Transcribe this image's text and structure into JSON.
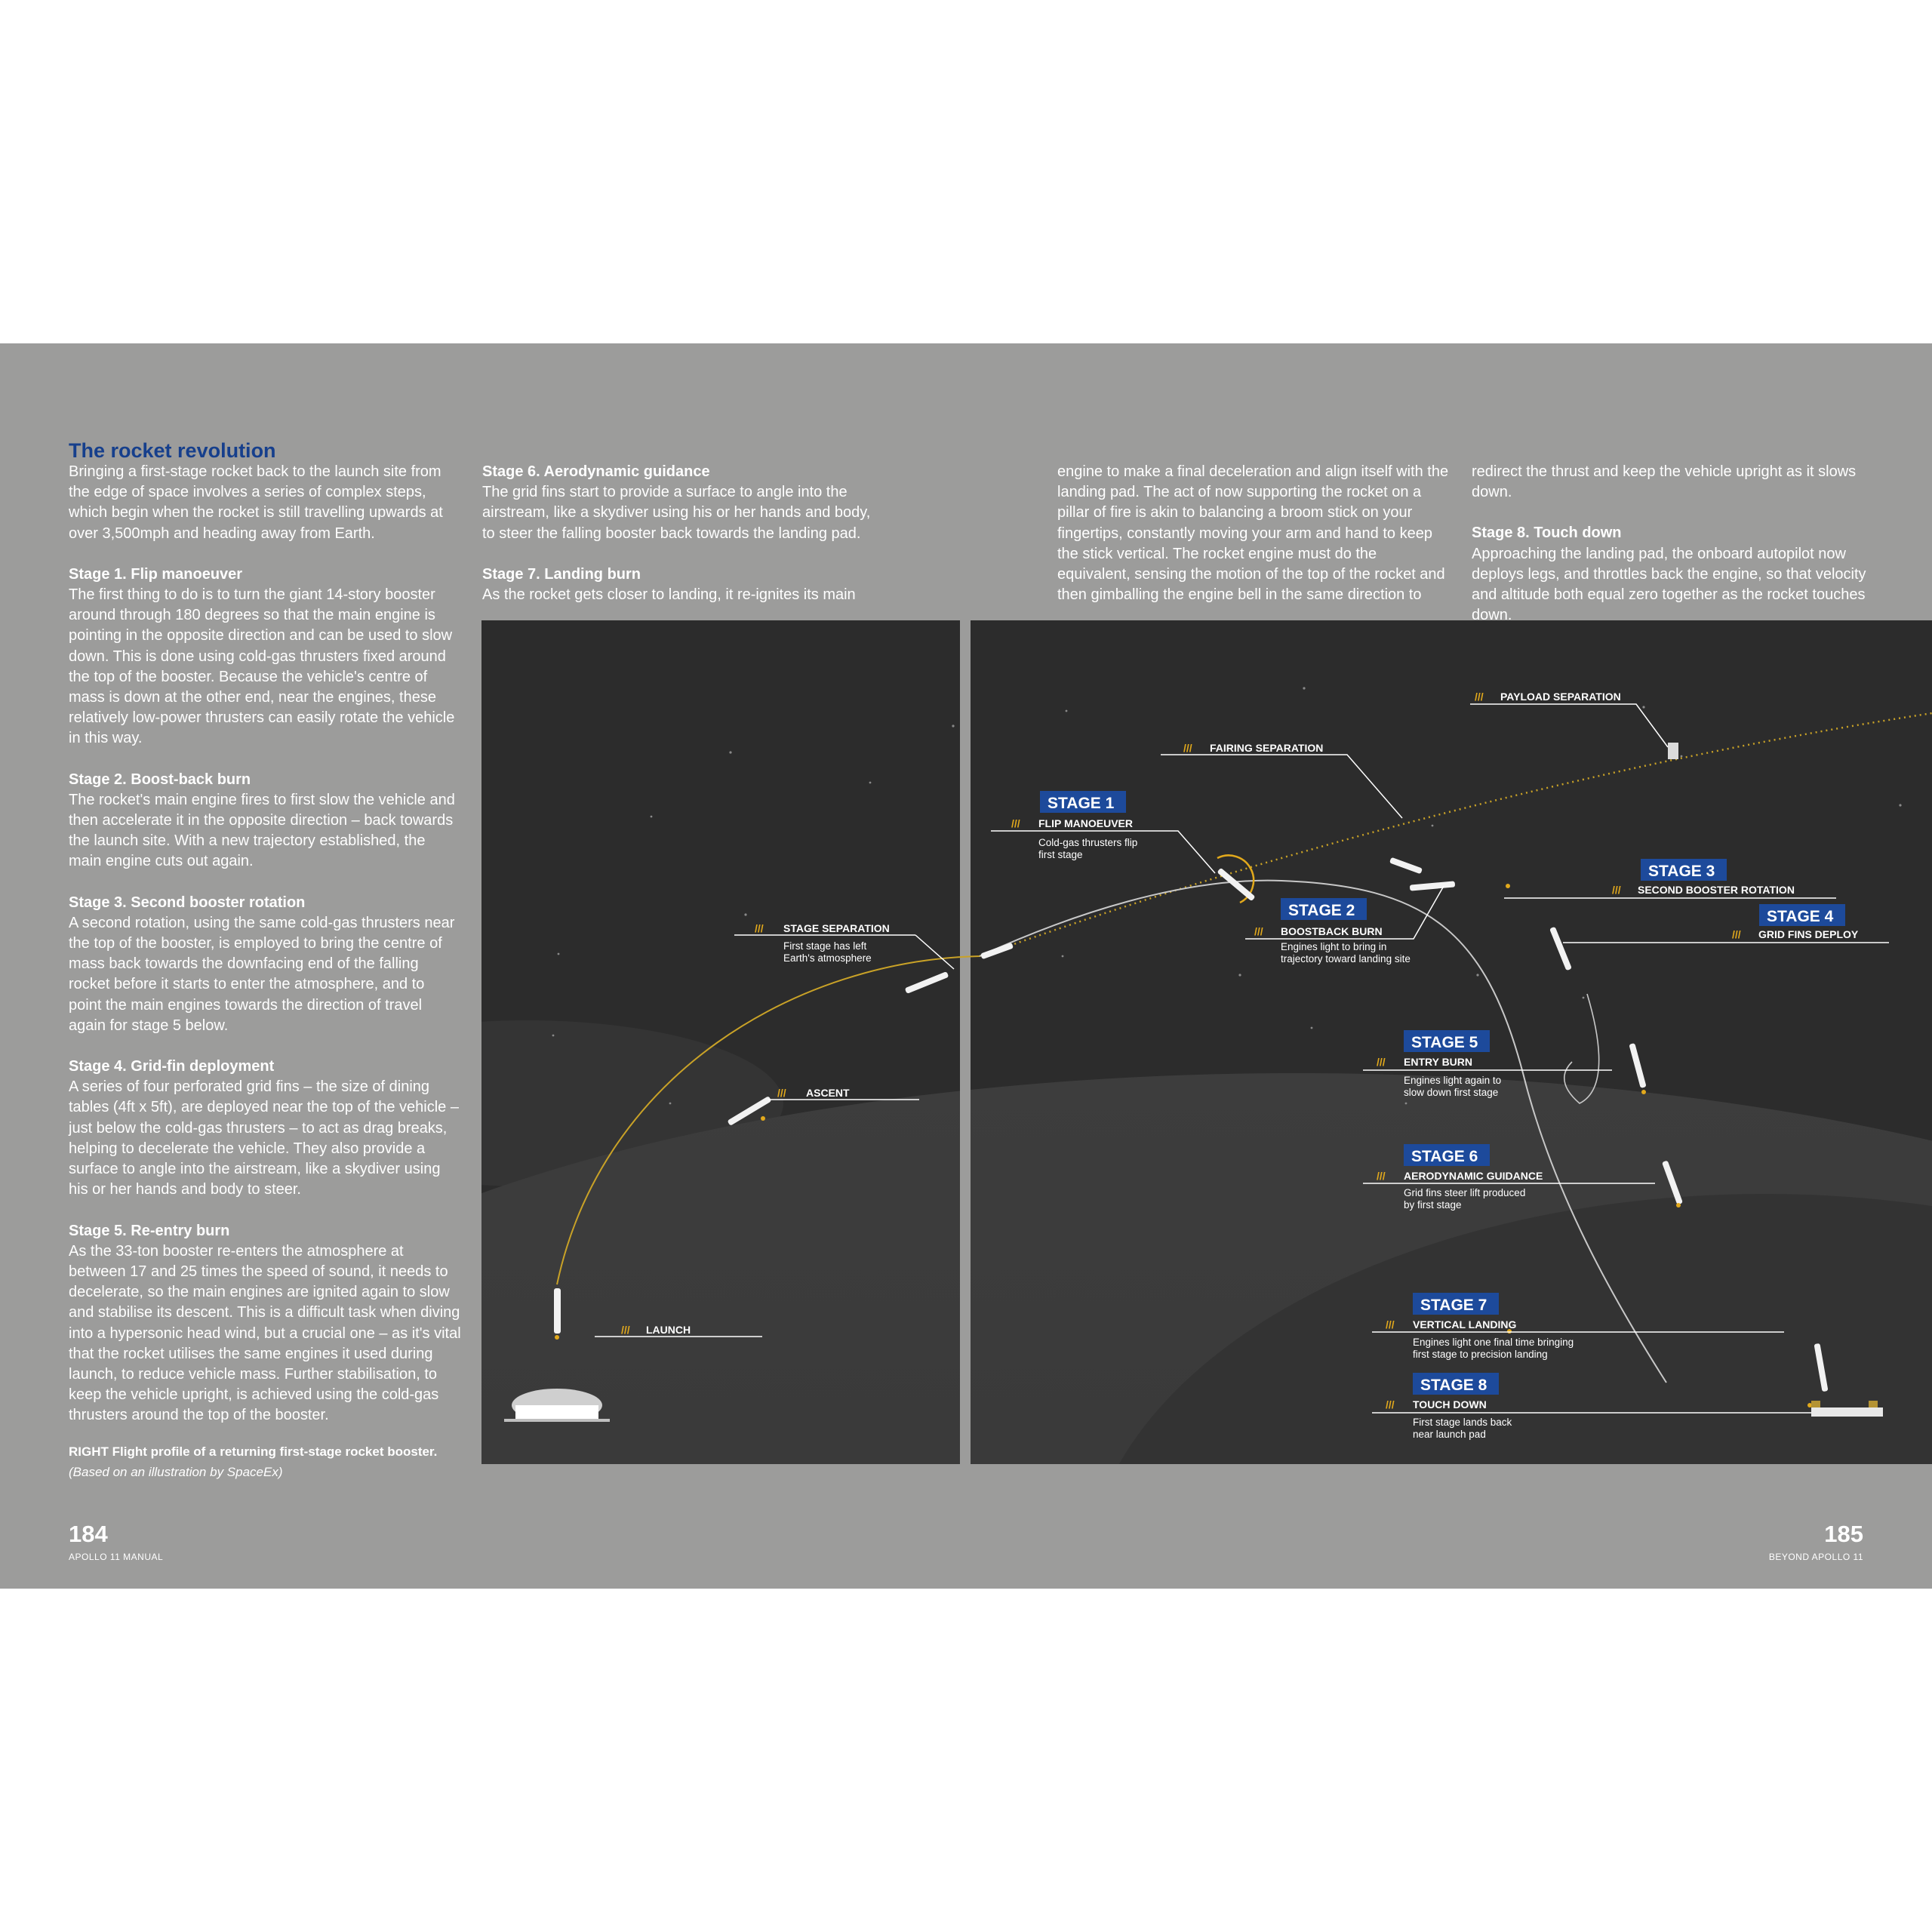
{
  "left_column": {
    "title": "The rocket revolution",
    "intro": "Bringing a first-stage rocket back to the launch site from the edge of space involves a series of complex steps, which begin when the rocket is still travelling upwards at over 3,500mph and heading away from Earth.",
    "stage1_heading": "Stage 1. Flip manoeuver",
    "stage1_text": "The first thing to do is to turn the giant 14-story booster around through 180 degrees so that the main engine is pointing in the opposite direction and can be used to slow down. This is done using cold-gas thrusters fixed around the top of the booster. Because the vehicle's centre of mass is down at the other end, near the engines, these relatively low-power thrusters can easily rotate the vehicle in this way.",
    "stage2_heading": "Stage 2. Boost-back burn",
    "stage2_text": "The rocket's main engine fires to first slow the vehicle and then accelerate it in the opposite direction – back towards the launch site. With a new trajectory established, the main engine cuts out again.",
    "stage3_heading": "Stage 3. Second booster rotation",
    "stage3_text": "A second rotation, using the same cold-gas thrusters near the top of the booster, is employed to bring the centre of mass back towards the downfacing end of the falling rocket before it starts to enter the atmosphere, and to point the main engines towards the direction of travel again for stage 5 below.",
    "stage4_heading": "Stage 4. Grid-fin deployment",
    "stage4_text": "A series of four perforated grid fins – the size of dining tables (4ft x 5ft), are deployed near the top of the vehicle – just below the cold-gas thrusters – to act as drag breaks, helping to decelerate the vehicle. They also provide a surface to angle into the airstream, like a skydiver using his or her hands and body to steer.",
    "stage5_heading": "Stage 5. Re-entry burn",
    "stage5_text": "As the 33-ton booster re-enters the atmosphere at between 17 and 25 times the speed of sound, it needs to decelerate, so the main engines are ignited again to slow and stabilise its descent. This is a difficult task when diving into a hypersonic head wind, but a crucial one – as it's vital that the rocket utilises the same engines it used during launch, to reduce vehicle mass. Further stabilisation, to keep the vehicle upright, is achieved using the cold-gas thrusters around the top of the booster.",
    "caption_bold": "RIGHT",
    "caption_text": "Flight profile of a returning first-stage rocket booster.",
    "caption_credit": "(Based on an illustration by SpaceEx)"
  },
  "second_column": {
    "stage6_heading": "Stage 6. Aerodynamic guidance",
    "stage6_text": "The grid fins start to provide a surface to angle into the airstream, like a skydiver using his or her hands and body, to steer the falling booster back towards the landing pad.",
    "stage7_heading": "Stage 7. Landing burn",
    "stage7_text": "As the rocket gets closer to landing, it re-ignites its main"
  },
  "third_column": {
    "text": "engine to make a final deceleration and align itself with the landing pad. The act of now supporting the rocket on a pillar of fire is akin to balancing a broom stick on your fingertips, constantly moving your arm and hand to keep the stick vertical. The rocket engine must do the equivalent, sensing the motion of the top of the rocket and then gimballing the engine bell in the same direction to"
  },
  "fourth_column": {
    "text": "redirect the thrust and keep the vehicle upright as it slows down.",
    "stage8_heading": "Stage 8. Touch down",
    "stage8_text": "Approaching the landing pad, the onboard autopilot now deploys legs, and throttles back the engine, so that velocity and altitude both equal zero together as the rocket touches down."
  },
  "footer": {
    "left_page": "184",
    "left_label": "APOLLO 11 MANUAL",
    "right_page": "185",
    "right_label": "BEYOND APOLLO 11"
  },
  "diagram": {
    "hash_mark": "///",
    "launch": "LAUNCH",
    "ascent": "ASCENT",
    "stage_separation": "STAGE SEPARATION",
    "stage_separation_desc1": "First stage has left",
    "stage_separation_desc2": "Earth's atmosphere",
    "fairing_separation": "FAIRING SEPARATION",
    "payload_separation": "PAYLOAD SEPARATION",
    "stage1": "STAGE 1",
    "stage1_tag": "FLIP MANOEUVER",
    "stage1_desc1": "Cold-gas thrusters flip",
    "stage1_desc2": "first stage",
    "stage2": "STAGE 2",
    "stage2_tag": "BOOSTBACK BURN",
    "stage2_desc1": "Engines light to bring in",
    "stage2_desc2": "trajectory toward landing site",
    "stage3": "STAGE 3",
    "stage3_tag": "SECOND BOOSTER ROTATION",
    "stage4": "STAGE 4",
    "stage4_tag": "GRID FINS DEPLOY",
    "stage5": "STAGE 5",
    "stage5_tag": "ENTRY BURN",
    "stage5_desc1": "Engines light again to",
    "stage5_desc2": "slow down first stage",
    "stage6": "STAGE 6",
    "stage6_tag": "AERODYNAMIC GUIDANCE",
    "stage6_desc1": "Grid fins steer lift produced",
    "stage6_desc2": "by first stage",
    "stage7": "STAGE 7",
    "stage7_tag": "VERTICAL LANDING",
    "stage7_desc1": "Engines light one final time bringing",
    "stage7_desc2": "first stage to precision landing",
    "stage8": "STAGE 8",
    "stage8_tag": "TOUCH DOWN",
    "stage8_desc1": "First stage lands back",
    "stage8_desc2": "near launch pad"
  },
  "colors": {
    "page_gray": "#9c9c9b",
    "title_blue": "#163f8c",
    "stage_box_blue": "#1d4a9b",
    "space_dark": "#2c2c2c",
    "accent_gold": "#e2a91c"
  }
}
